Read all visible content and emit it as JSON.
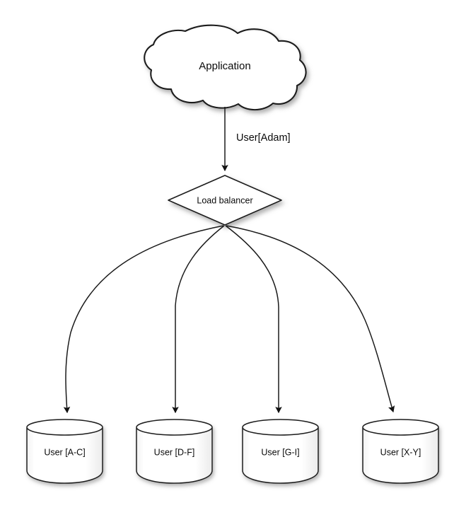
{
  "diagram": {
    "type": "architecture-flow",
    "background_color": "#ffffff",
    "stroke_color": "#1a1a1a",
    "text_color": "#0a0a0a",
    "source": {
      "id": "application",
      "shape": "cloud",
      "label": "Application"
    },
    "router": {
      "id": "load-balancer",
      "shape": "diamond",
      "label": "Load balancer"
    },
    "edges": [
      {
        "id": "app-to-lb",
        "from": "application",
        "to": "load-balancer",
        "label": "User[Adam]",
        "style": "straight-arrow"
      },
      {
        "id": "lb-to-shard-1",
        "from": "load-balancer",
        "to": "shard-ac",
        "label": "",
        "style": "curved-arrow"
      },
      {
        "id": "lb-to-shard-2",
        "from": "load-balancer",
        "to": "shard-df",
        "label": "",
        "style": "curved-arrow"
      },
      {
        "id": "lb-to-shard-3",
        "from": "load-balancer",
        "to": "shard-gi",
        "label": "",
        "style": "curved-arrow"
      },
      {
        "id": "lb-to-shard-4",
        "from": "load-balancer",
        "to": "shard-xy",
        "label": "",
        "style": "curved-arrow"
      }
    ],
    "shards": [
      {
        "id": "shard-ac",
        "shape": "cylinder",
        "label": "User [A-C]"
      },
      {
        "id": "shard-df",
        "shape": "cylinder",
        "label": "User [D-F]"
      },
      {
        "id": "shard-gi",
        "shape": "cylinder",
        "label": "User [G-I]"
      },
      {
        "id": "shard-xy",
        "shape": "cylinder",
        "label": "User [X-Y]"
      }
    ]
  }
}
